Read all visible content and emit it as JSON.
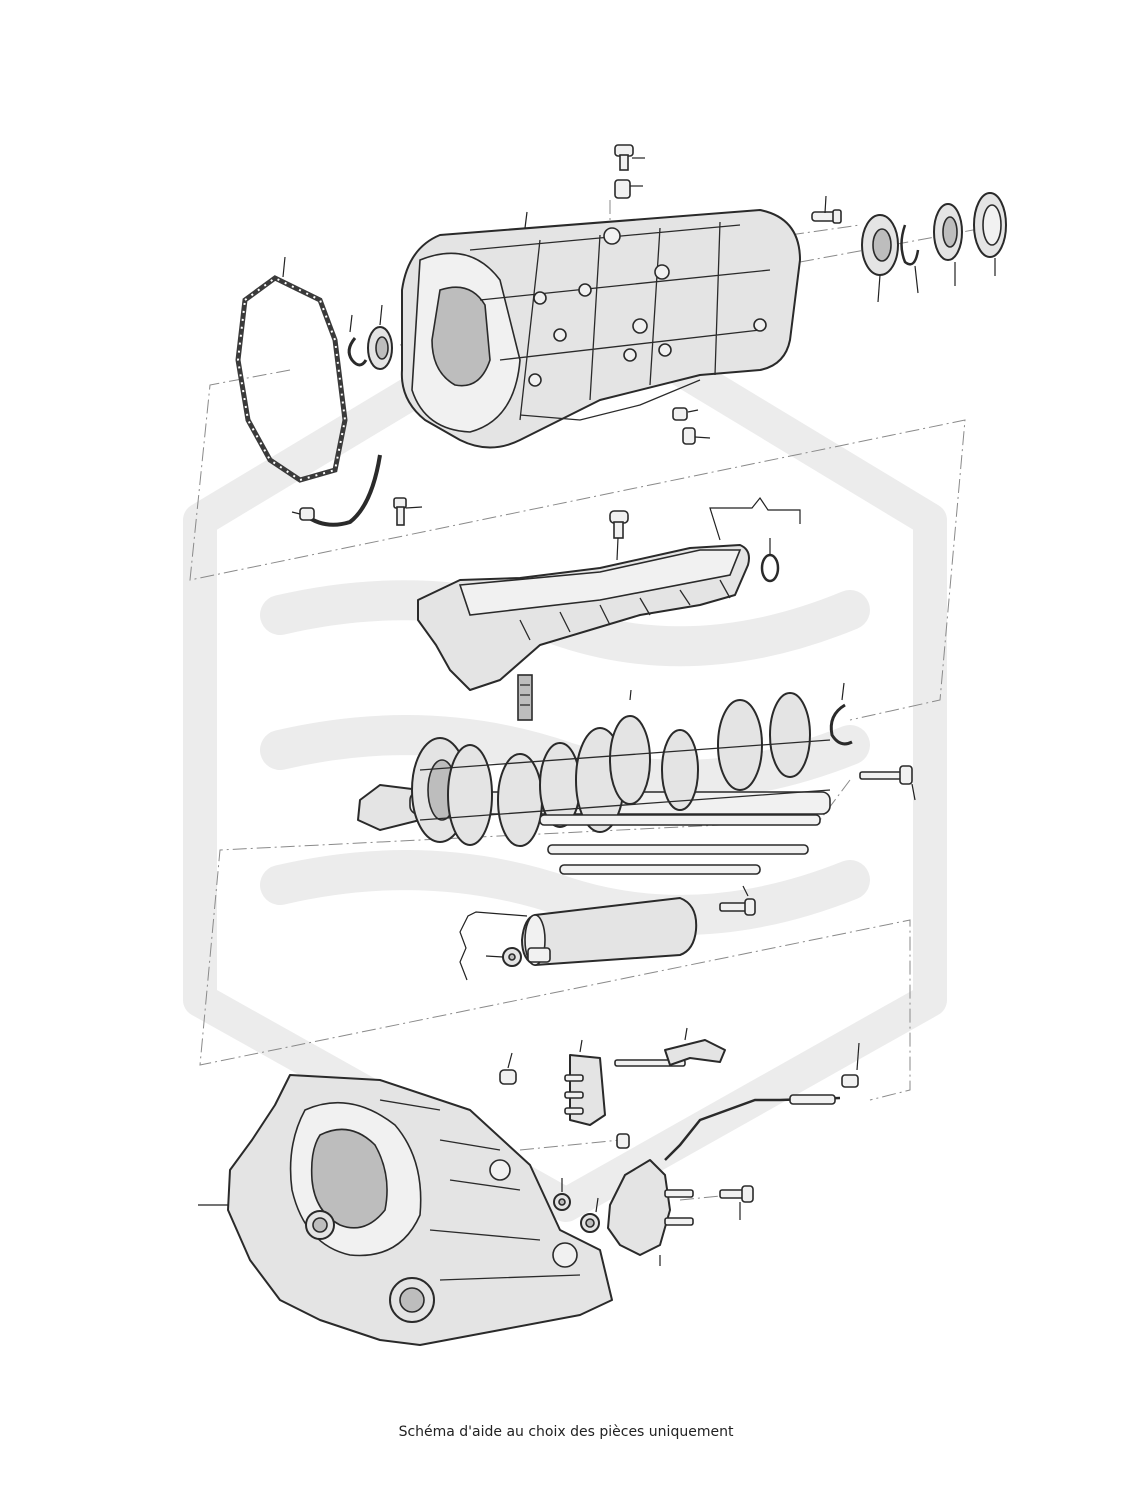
{
  "caption": "Schéma d'aide au choix des pièces uniquement",
  "colors": {
    "background": "#ffffff",
    "line": "#2a2a2a",
    "part_fill": "#e4e4e4",
    "watermark": "#ececec"
  },
  "parts": [
    "transmission-housing",
    "housing-gasket",
    "housing-bolt",
    "dowel-sleeve",
    "bearing-circlip",
    "shaft-bearing",
    "rear-bearing",
    "rear-circlip",
    "rear-bearing-race",
    "rear-seal-ring",
    "drain-plug",
    "breather-pipe",
    "pipe-bolt",
    "selector-housing",
    "selector-bolt",
    "selector-o-ring",
    "gear-shaft-assembly",
    "shaft-circlip",
    "long-bolt",
    "shift-rails",
    "cylinder-actuator",
    "cylinder-bolt",
    "cylinder-nut",
    "clutch-housing",
    "clutch-housing-nut",
    "shift-bracket",
    "shift-lever-rod",
    "sensor-bolt",
    "gear-sensor-wire",
    "spring-pin",
    "seal-washer",
    "seal-washer-2",
    "shift-module",
    "module-bolt"
  ]
}
